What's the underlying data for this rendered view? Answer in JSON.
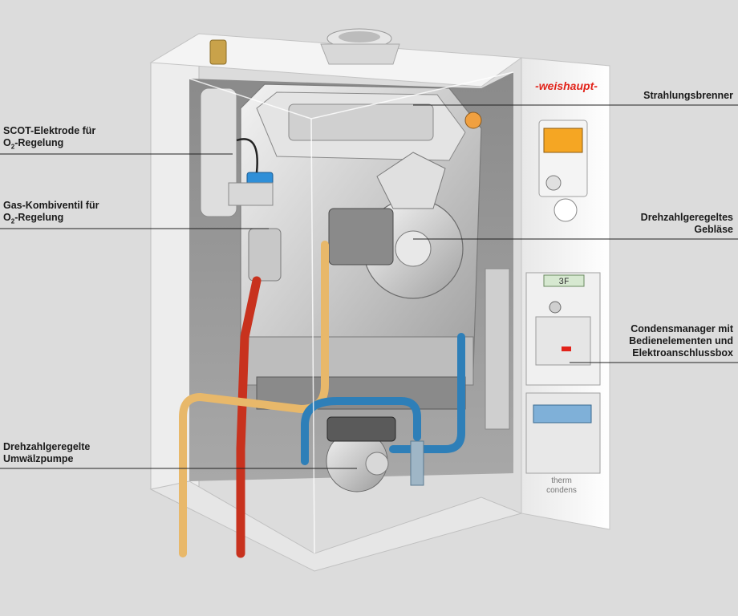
{
  "labels": {
    "scot_line1": "SCOT-Elektrode für",
    "scot_line2_prefix": "O",
    "scot_line2_sub": "2",
    "scot_line2_suffix": "-Regelung",
    "gas_line1": "Gas-Kombiventil für",
    "gas_line2_prefix": "O",
    "gas_line2_sub": "2",
    "gas_line2_suffix": "-Regelung",
    "pump_line1": "Drehzahlgeregelte",
    "pump_line2": "Umwälzpumpe",
    "burner": "Strahlungsbrenner",
    "fan_line1": "Drehzahlgeregeltes",
    "fan_line2": "Gebläse",
    "cm_line1": "Condensmanager mit",
    "cm_line2": "Bedienelementen und",
    "cm_line3": "Elektroanschlussbox"
  },
  "device": {
    "brand": "-weishaupt-",
    "display_value": "3F",
    "footer_line1": "therm",
    "footer_line2": "condens"
  },
  "colors": {
    "background": "#dcdcdc",
    "brand_red": "#e2231a",
    "pipe_red": "#c8321e",
    "pipe_blue": "#2e7fb8",
    "pipe_yellow": "#e8b86a",
    "valve_blue": "#2f8fd8",
    "display_orange": "#f5a623"
  }
}
